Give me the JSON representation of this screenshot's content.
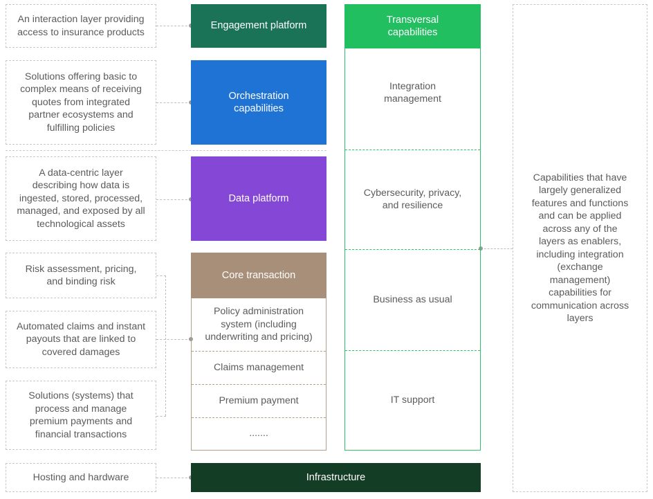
{
  "colors": {
    "engagement": "#1a7356",
    "orchestration": "#1f73d4",
    "data": "#8447d6",
    "core": "#a88f79",
    "infrastructure": "#143d25",
    "transversal": "#21bf60",
    "transversal_border": "#2fc266",
    "core_border": "#b59e88",
    "connector": "#bdbdbd"
  },
  "left_notes": {
    "engagement": "An interaction layer providing access to insurance products",
    "orchestration": "Solutions offering basic to complex means of receiving quotes from integrated partner ecosystems and fulfilling policies",
    "data": "A data-centric layer describing how data is ingested, stored, processed, managed, and exposed by all technological assets",
    "risk": "Risk assessment, pricing, and binding risk",
    "claims": "Automated claims and instant payouts that are linked to covered damages",
    "premium": "Solutions (systems) that process and manage premium payments and financial transactions",
    "hosting": "Hosting and hardware"
  },
  "layers": {
    "engagement": "Engagement platform",
    "orchestration": "Orchestration capabilities",
    "data": "Data platform",
    "core": "Core transaction",
    "infrastructure": "Infrastructure"
  },
  "core_items": [
    "Policy administration system (including underwriting and pricing)",
    "Claims management",
    "Premium payment",
    "......."
  ],
  "transversal": {
    "title": "Transversal capabilities",
    "items": [
      "Integration management",
      "Cybersecurity, privacy, and resilience",
      "Business as usual",
      "IT support"
    ]
  },
  "right_note": "Capabilities that have largely generalized features and functions and can be applied across any of the layers as enablers, including integration (exchange management) capabilities for communication across layers"
}
